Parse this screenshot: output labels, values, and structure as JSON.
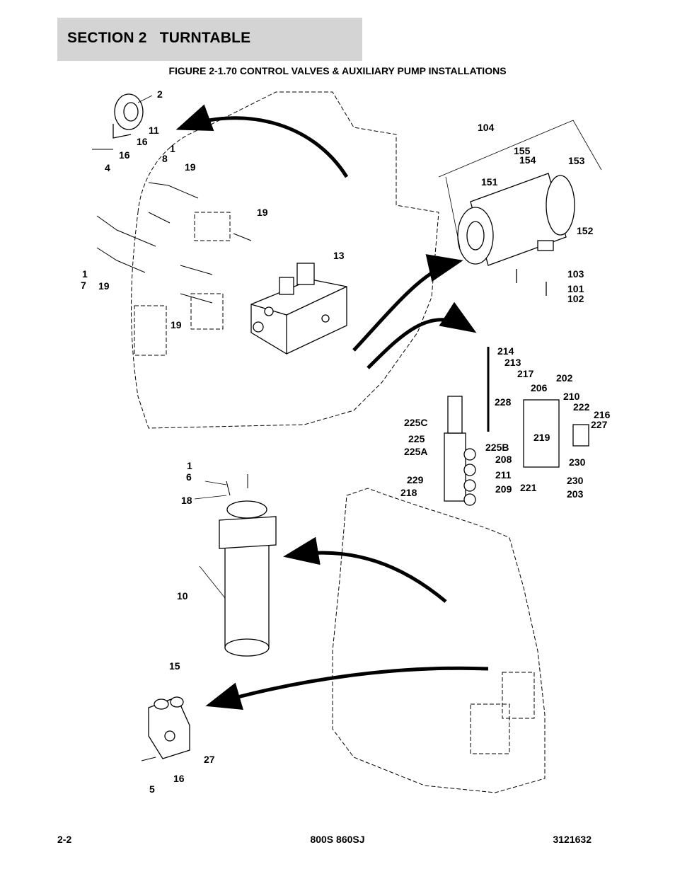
{
  "header": {
    "section_title": "SECTION 2   TURNTABLE"
  },
  "figure": {
    "number": "FIGURE 2-1.70",
    "name": "CONTROL VALVES & AUXILIARY PUMP INSTALLATIONS"
  },
  "callouts": [
    "2",
    "11",
    "16",
    "1",
    "8",
    "19",
    "4",
    "16",
    "19",
    "13",
    "1",
    "7",
    "19",
    "19",
    "104",
    "155",
    "154",
    "153",
    "151",
    "152",
    "103",
    "101",
    "102",
    "214",
    "213",
    "217",
    "202",
    "206",
    "228",
    "210",
    "222",
    "216",
    "227",
    "225C",
    "225",
    "225B",
    "219",
    "225A",
    "208",
    "230",
    "211",
    "209",
    "221",
    "230",
    "203",
    "229",
    "218",
    "1",
    "6",
    "18",
    "10",
    "15",
    "27",
    "16",
    "5"
  ],
  "footer": {
    "page_number": "2-2",
    "model": "800S 860SJ",
    "doc_number": "3121632"
  }
}
